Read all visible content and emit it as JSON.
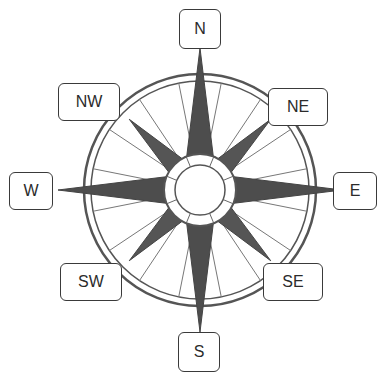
{
  "diagram": {
    "nodes": [
      {
        "text": [
          "N"
        ]
      },
      {
        "text": [
          "NW"
        ]
      },
      {
        "text": [
          "NE"
        ]
      },
      {
        "text": [
          "W"
        ]
      },
      {
        "text": [
          "E"
        ]
      },
      {
        "text": [
          "SW"
        ]
      },
      {
        "text": [
          "SE"
        ]
      },
      {
        "text": [
          "S"
        ]
      }
    ]
  }
}
